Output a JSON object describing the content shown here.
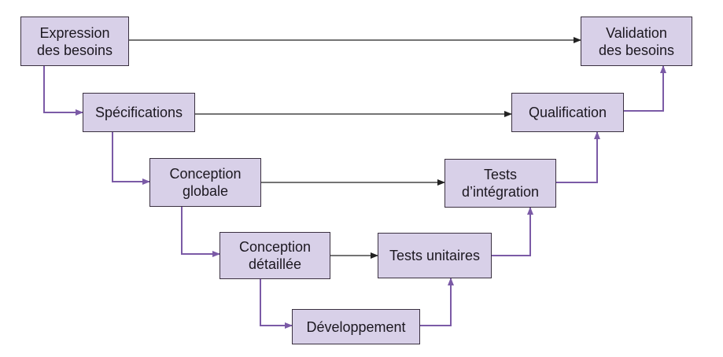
{
  "diagram": {
    "title": "",
    "colors": {
      "box_fill": "#d8d0e8",
      "box_border": "#3a3040",
      "phase_arrow": "#7b5aa6",
      "link_arrow": "#222222"
    },
    "nodes": [
      {
        "id": "expression",
        "label": "Expression\ndes besoins"
      },
      {
        "id": "specifications",
        "label": "Spécifications"
      },
      {
        "id": "conception-globale",
        "label": "Conception\nglobale"
      },
      {
        "id": "conception-detaillee",
        "label": "Conception\ndétaillée"
      },
      {
        "id": "developpement",
        "label": "Développement"
      },
      {
        "id": "tests-unitaires",
        "label": "Tests unitaires"
      },
      {
        "id": "tests-integration",
        "label": "Tests\nd’intégration"
      },
      {
        "id": "qualification",
        "label": "Qualification"
      },
      {
        "id": "validation",
        "label": "Validation\ndes besoins"
      }
    ],
    "links": [
      {
        "from": "expression",
        "to": "validation",
        "kind": "correspondence"
      },
      {
        "from": "specifications",
        "to": "qualification",
        "kind": "correspondence"
      },
      {
        "from": "conception-globale",
        "to": "tests-integration",
        "kind": "correspondence"
      },
      {
        "from": "conception-detaillee",
        "to": "tests-unitaires",
        "kind": "correspondence"
      },
      {
        "from": "expression",
        "to": "specifications",
        "kind": "phase"
      },
      {
        "from": "specifications",
        "to": "conception-globale",
        "kind": "phase"
      },
      {
        "from": "conception-globale",
        "to": "conception-detaillee",
        "kind": "phase"
      },
      {
        "from": "conception-detaillee",
        "to": "developpement",
        "kind": "phase"
      },
      {
        "from": "developpement",
        "to": "tests-unitaires",
        "kind": "phase"
      },
      {
        "from": "tests-unitaires",
        "to": "tests-integration",
        "kind": "phase"
      },
      {
        "from": "tests-integration",
        "to": "qualification",
        "kind": "phase"
      },
      {
        "from": "qualification",
        "to": "validation",
        "kind": "phase"
      }
    ]
  }
}
